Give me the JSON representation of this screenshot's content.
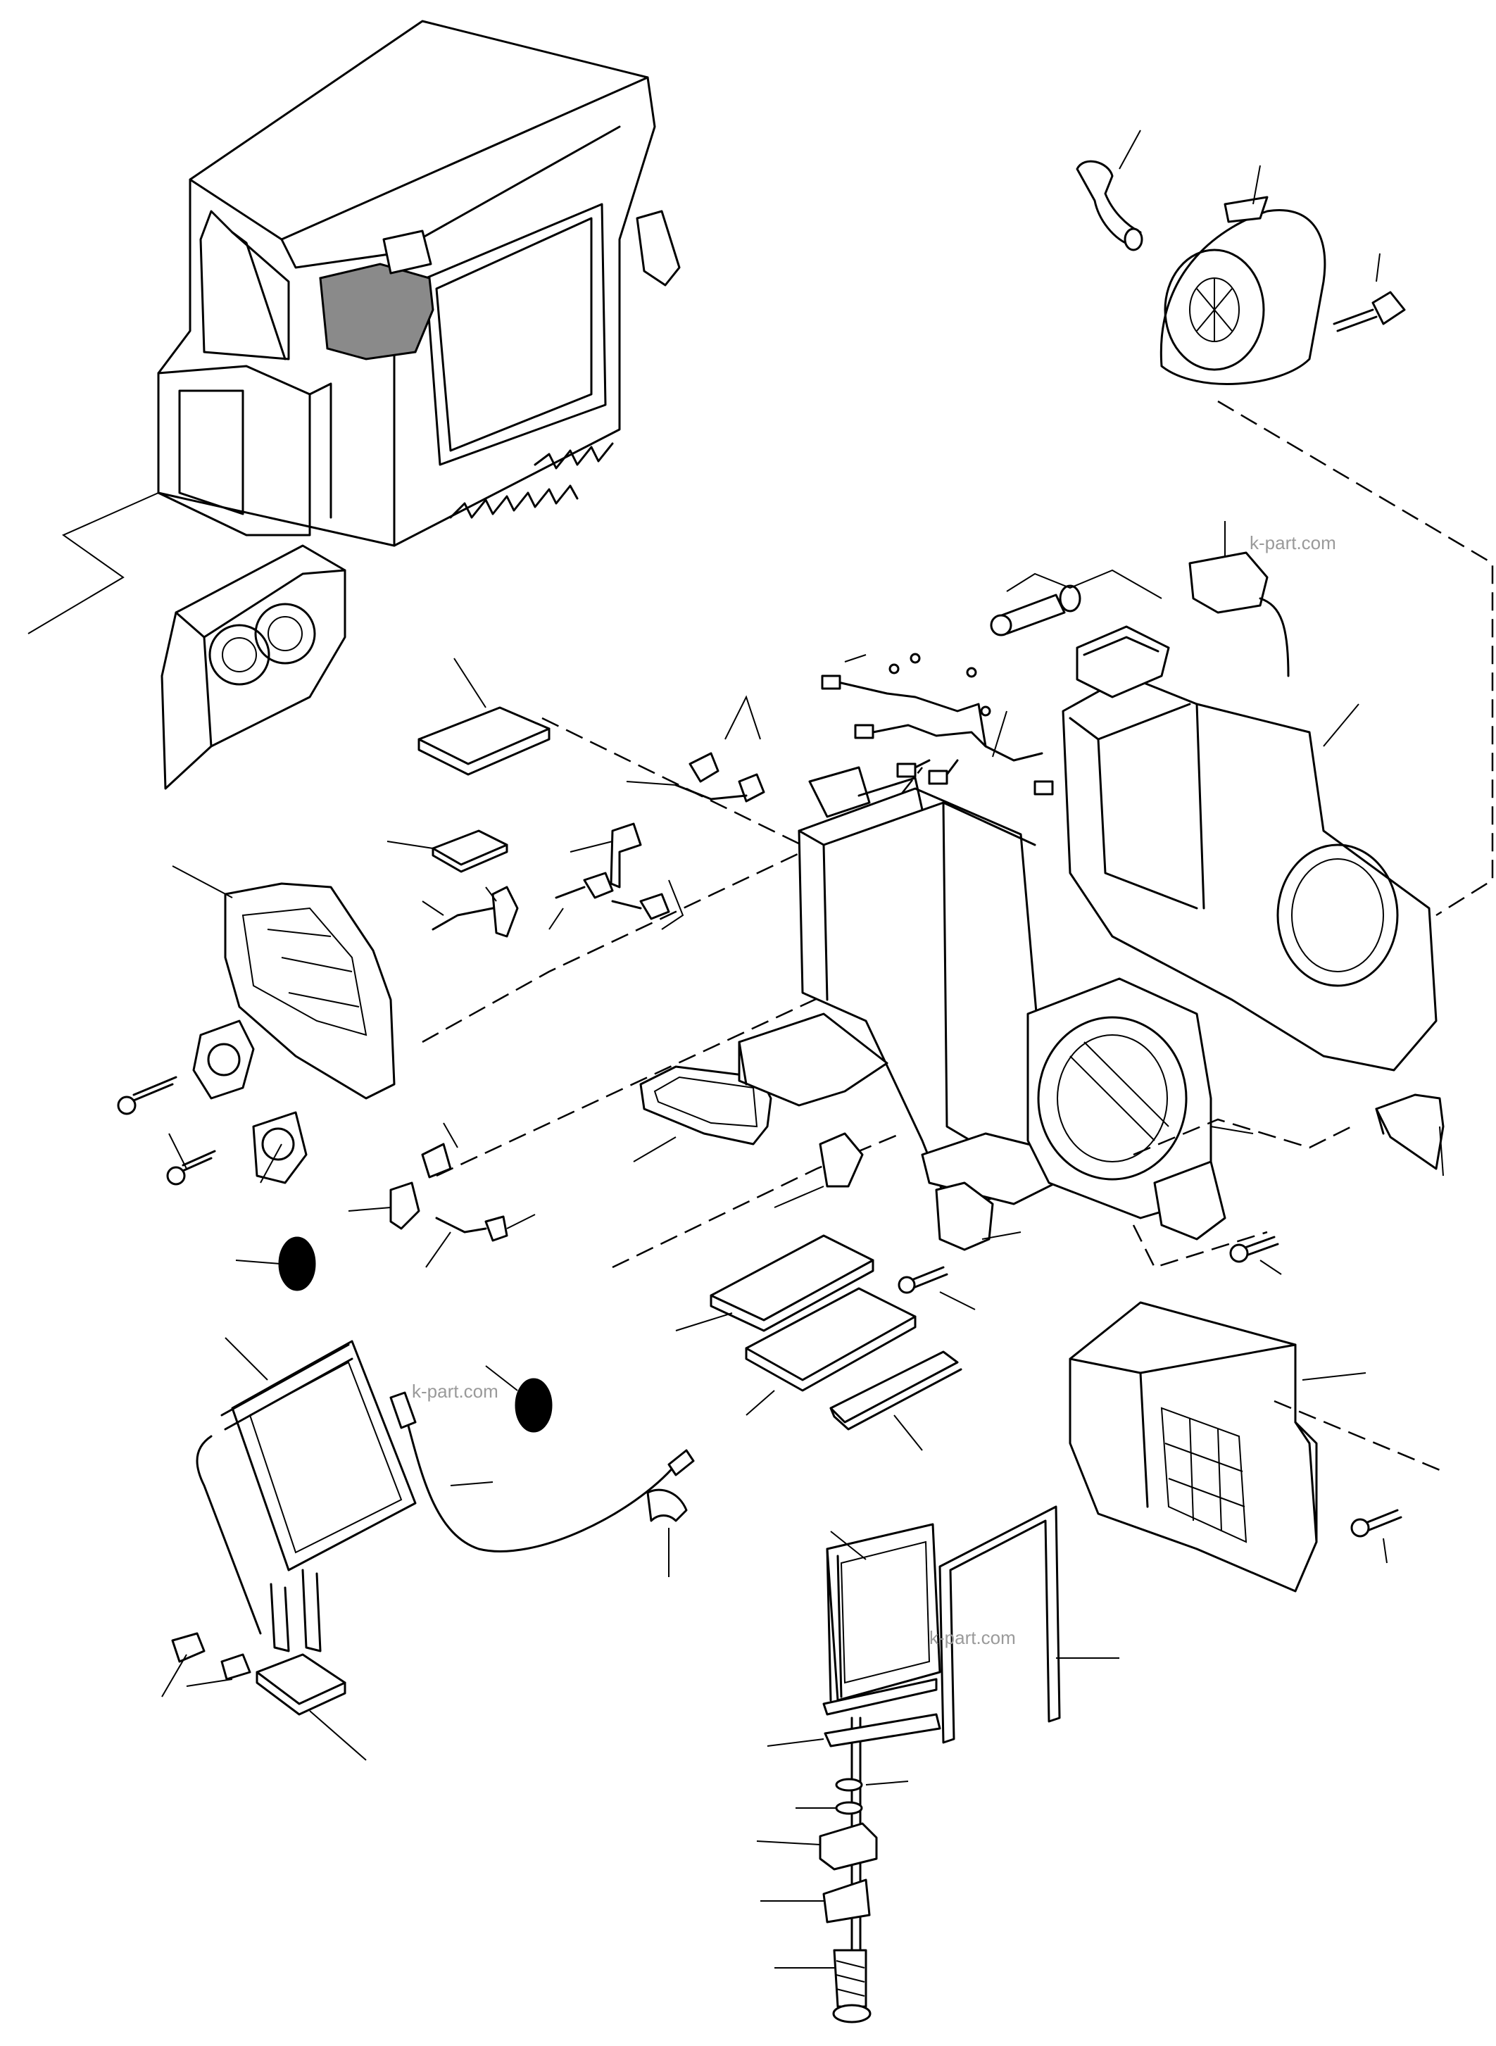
{
  "watermarks": [
    "k-part.com",
    "k-part.com",
    "k-part.com"
  ]
}
